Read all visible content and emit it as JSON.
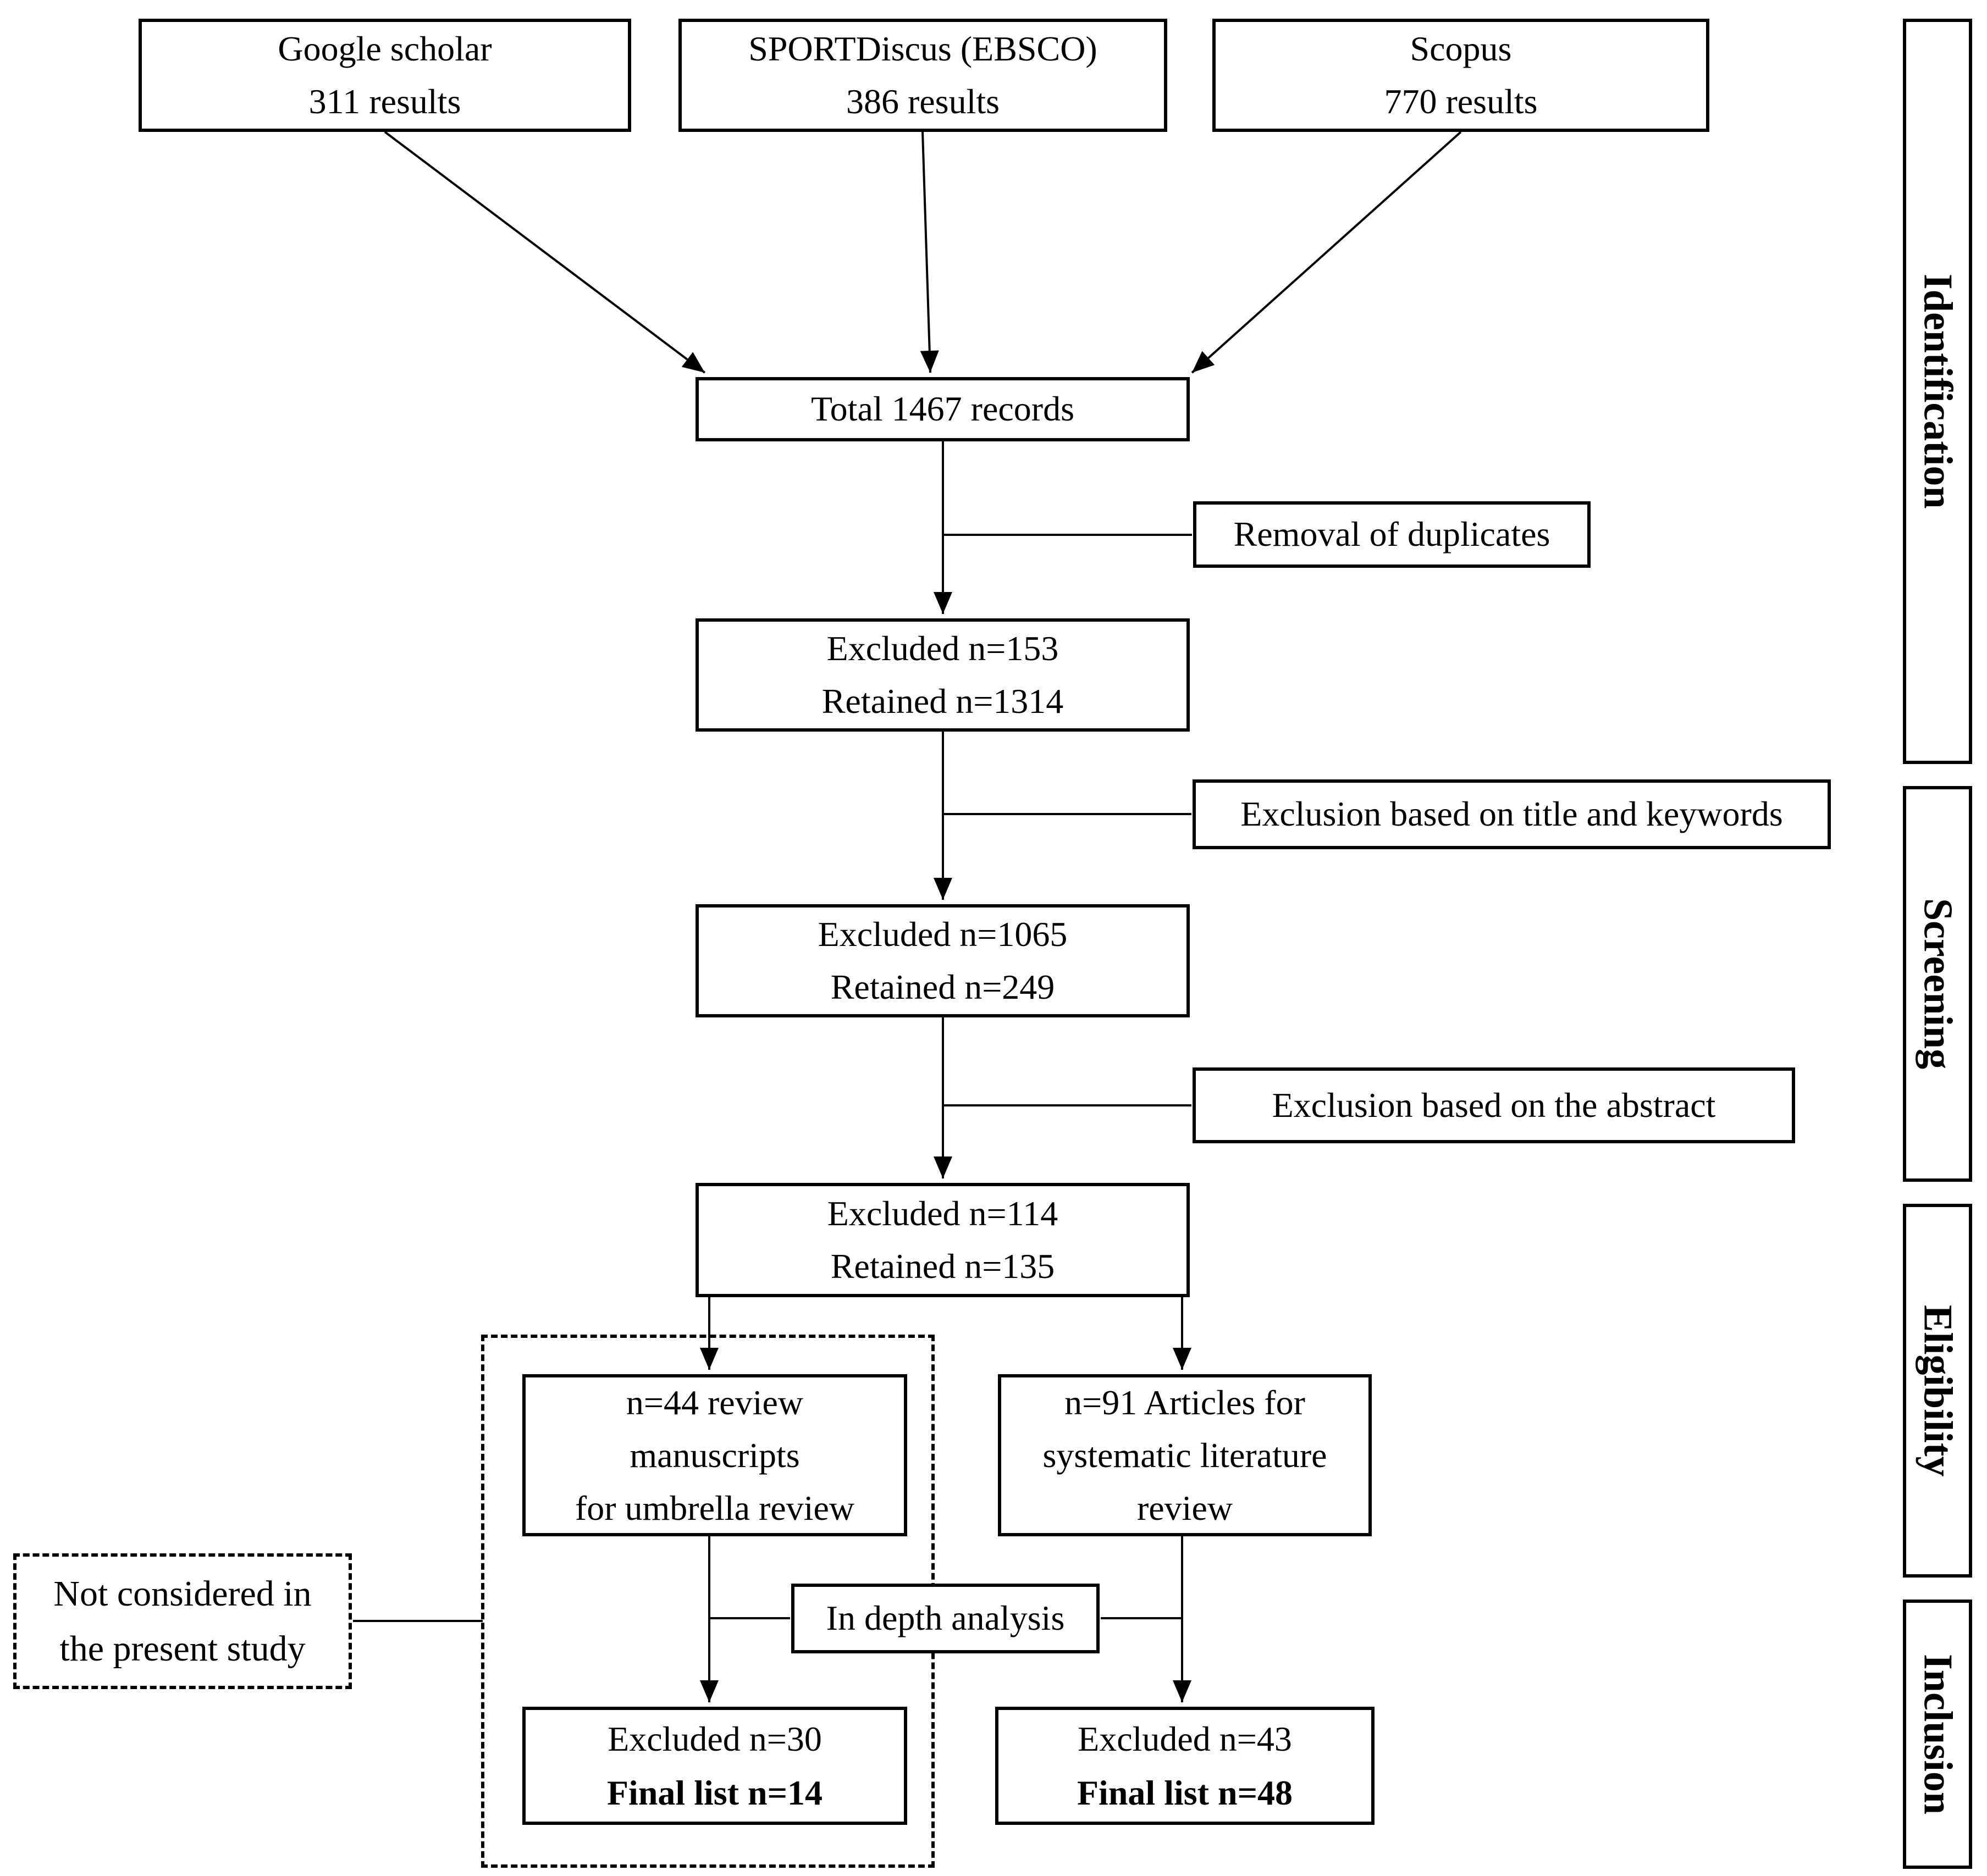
{
  "title": "Systematic review flow diagram",
  "colors": {
    "line": "#000000",
    "background": "#ffffff",
    "text": "#000000"
  },
  "stages": [
    {
      "label": "Identification"
    },
    {
      "label": "Screening"
    },
    {
      "label": "Eligibility"
    },
    {
      "label": "Inclusion"
    }
  ],
  "boxes": {
    "source_google": {
      "line1": "Google scholar",
      "line2": "311 results"
    },
    "source_sportdiscus": {
      "line1": "SPORTDiscus (EBSCO)",
      "line2": "386 results"
    },
    "source_scopus": {
      "line1": "Scopus",
      "line2": "770 results"
    },
    "total": {
      "label": "Total 1467 records"
    },
    "removal_duplicates": {
      "label": "Removal of duplicates"
    },
    "screen1": {
      "line1": "Excluded n=153",
      "line2": "Retained n=1314"
    },
    "exclusion_title": {
      "label": "Exclusion based on title and keywords"
    },
    "screen2": {
      "line1": "Excluded n=1065",
      "line2": "Retained n=249"
    },
    "exclusion_abstract": {
      "label": "Exclusion based on the abstract"
    },
    "screen3": {
      "line1": "Excluded n=114",
      "line2": "Retained n=135"
    },
    "umbrella": {
      "line1": "n=44 review",
      "line2": "manuscripts",
      "line3": "for umbrella review"
    },
    "systematic": {
      "line1": "n=91 Articles for",
      "line2": "systematic literature",
      "line3": "review"
    },
    "in_depth": {
      "label": "In depth analysis"
    },
    "not_considered": {
      "line1": "Not considered in",
      "line2": "the present study"
    },
    "final_umbrella": {
      "line1": "Excluded n=30",
      "line2": "Final list n=14"
    },
    "final_systematic": {
      "line1": "Excluded n=43",
      "line2": "Final list n=48"
    }
  }
}
